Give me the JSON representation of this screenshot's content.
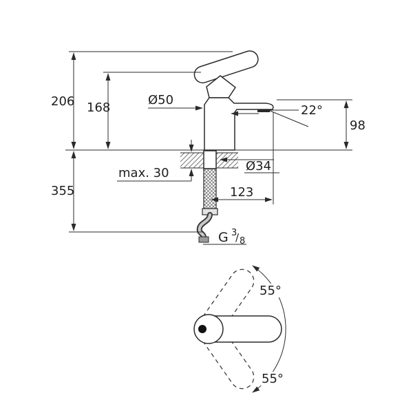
{
  "colors": {
    "line": "#2a2a2a",
    "hatch": "#777777",
    "hose": "#3a3a3a",
    "background": "#ffffff"
  },
  "side": {
    "height_total": "206",
    "height_body": "168",
    "body_dia": "Ø50",
    "spout_angle": "22°",
    "outlet_height": "98",
    "max_deck": "max. 30",
    "hole_dia": "Ø34",
    "reach": "123",
    "below_length": "355",
    "thread": {
      "g": "G",
      "num": "3",
      "slash": "/",
      "den": "8"
    }
  },
  "top": {
    "swivel_up": "55°",
    "swivel_down": "55°"
  }
}
